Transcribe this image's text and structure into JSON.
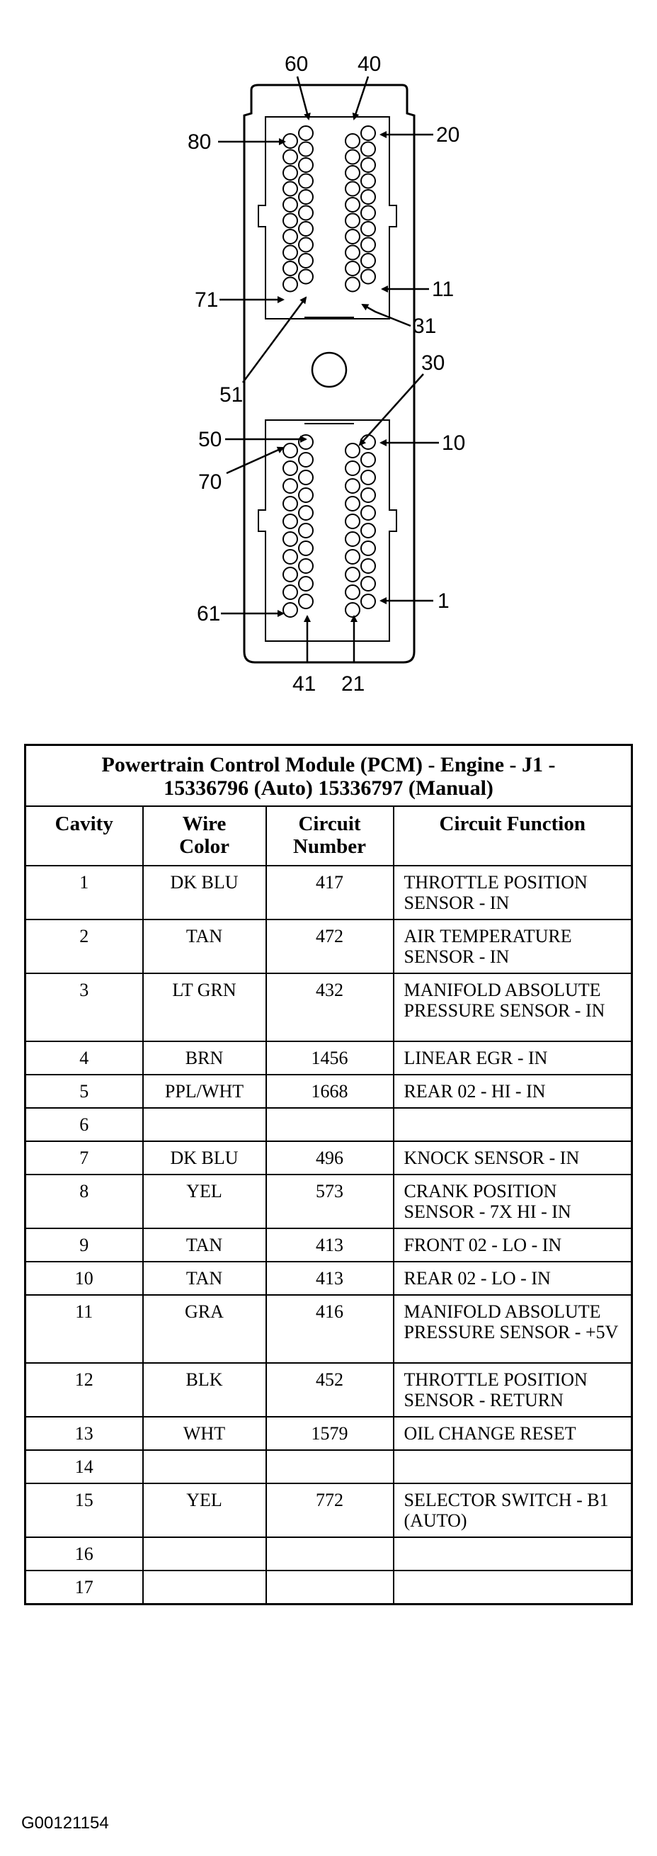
{
  "callouts": {
    "c60": "60",
    "c40": "40",
    "c80": "80",
    "c20": "20",
    "c71": "71",
    "c11": "11",
    "c31": "31",
    "c51": "51",
    "c30": "30",
    "c50": "50",
    "c10": "10",
    "c70": "70",
    "c61": "61",
    "c1": "1",
    "c41": "41",
    "c21": "21"
  },
  "table": {
    "title_line1": "Powertrain Control Module (PCM) - Engine - J1 -",
    "title_line2": "15336796 (Auto) 15336797 (Manual)",
    "headers": {
      "cavity": "Cavity",
      "wire_color_1": "Wire",
      "wire_color_2": "Color",
      "circuit_number_1": "Circuit",
      "circuit_number_2": "Number",
      "circuit_function": "Circuit Function"
    },
    "rows": [
      {
        "cavity": "1",
        "wire": "DK BLU",
        "circuit": "417",
        "function": "THROTTLE POSITION SENSOR - IN"
      },
      {
        "cavity": "2",
        "wire": "TAN",
        "circuit": "472",
        "function": "AIR TEMPERATURE SENSOR - IN"
      },
      {
        "cavity": "3",
        "wire": "LT GRN",
        "circuit": "432",
        "function": "MANIFOLD ABSOLUTE PRESSURE SENSOR - IN"
      },
      {
        "cavity": "4",
        "wire": "BRN",
        "circuit": "1456",
        "function": "LINEAR EGR - IN"
      },
      {
        "cavity": "5",
        "wire": "PPL/WHT",
        "circuit": "1668",
        "function": "REAR 02 - HI - IN"
      },
      {
        "cavity": "6",
        "wire": "",
        "circuit": "",
        "function": ""
      },
      {
        "cavity": "7",
        "wire": "DK BLU",
        "circuit": "496",
        "function": "KNOCK SENSOR - IN"
      },
      {
        "cavity": "8",
        "wire": "YEL",
        "circuit": "573",
        "function": "CRANK POSITION SENSOR - 7X HI - IN"
      },
      {
        "cavity": "9",
        "wire": "TAN",
        "circuit": "413",
        "function": "FRONT 02 - LO - IN"
      },
      {
        "cavity": "10",
        "wire": "TAN",
        "circuit": "413",
        "function": "REAR 02 - LO - IN"
      },
      {
        "cavity": "11",
        "wire": "GRA",
        "circuit": "416",
        "function": "MANIFOLD ABSOLUTE PRESSURE SENSOR - +5V"
      },
      {
        "cavity": "12",
        "wire": "BLK",
        "circuit": "452",
        "function": "THROTTLE POSITION SENSOR - RETURN"
      },
      {
        "cavity": "13",
        "wire": "WHT",
        "circuit": "1579",
        "function": "OIL CHANGE RESET"
      },
      {
        "cavity": "14",
        "wire": "",
        "circuit": "",
        "function": ""
      },
      {
        "cavity": "15",
        "wire": "YEL",
        "circuit": "772",
        "function": "SELECTOR SWITCH - B1 (AUTO)"
      },
      {
        "cavity": "16",
        "wire": "",
        "circuit": "",
        "function": ""
      },
      {
        "cavity": "17",
        "wire": "",
        "circuit": "",
        "function": ""
      }
    ]
  },
  "image_id": "G00121154"
}
